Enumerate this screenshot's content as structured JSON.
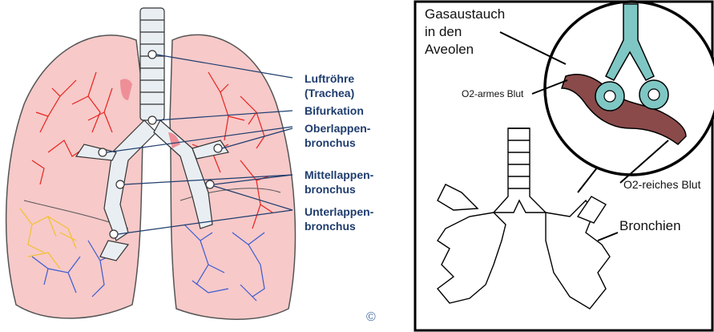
{
  "left_diagram": {
    "labels": {
      "trachea_line1": "Luftröhre",
      "trachea_line2": "(Trachea)",
      "bifurcation": "Bifurkation",
      "upper_lobe_line1": "Oberlappen-",
      "upper_lobe_line2": "bronchus",
      "middle_lobe_line1": "Mittellappen-",
      "middle_lobe_line2": "bronchus",
      "lower_lobe_line1": "Unterlappen-",
      "lower_lobe_line2": "bronchus"
    },
    "copyright": "©",
    "colors": {
      "lung": "#f7c9c9",
      "artery": "#e8231d",
      "vein": "#3a5bd0",
      "lymph": "#f2c12e",
      "label": "#1f3d6e"
    }
  },
  "right_diagram": {
    "labels": {
      "gas_exchange_line1": "Gasaustauch",
      "gas_exchange_line2": "in den",
      "gas_exchange_line3": "Aveolen",
      "o2_poor": "O2-armes Blut",
      "o2_rich": "O2-reiches Blut",
      "bronchi": "Bronchien"
    },
    "colors": {
      "alveoli": "#7fc7c4",
      "blood": "#8a4a4a",
      "frame": "#000000"
    }
  }
}
